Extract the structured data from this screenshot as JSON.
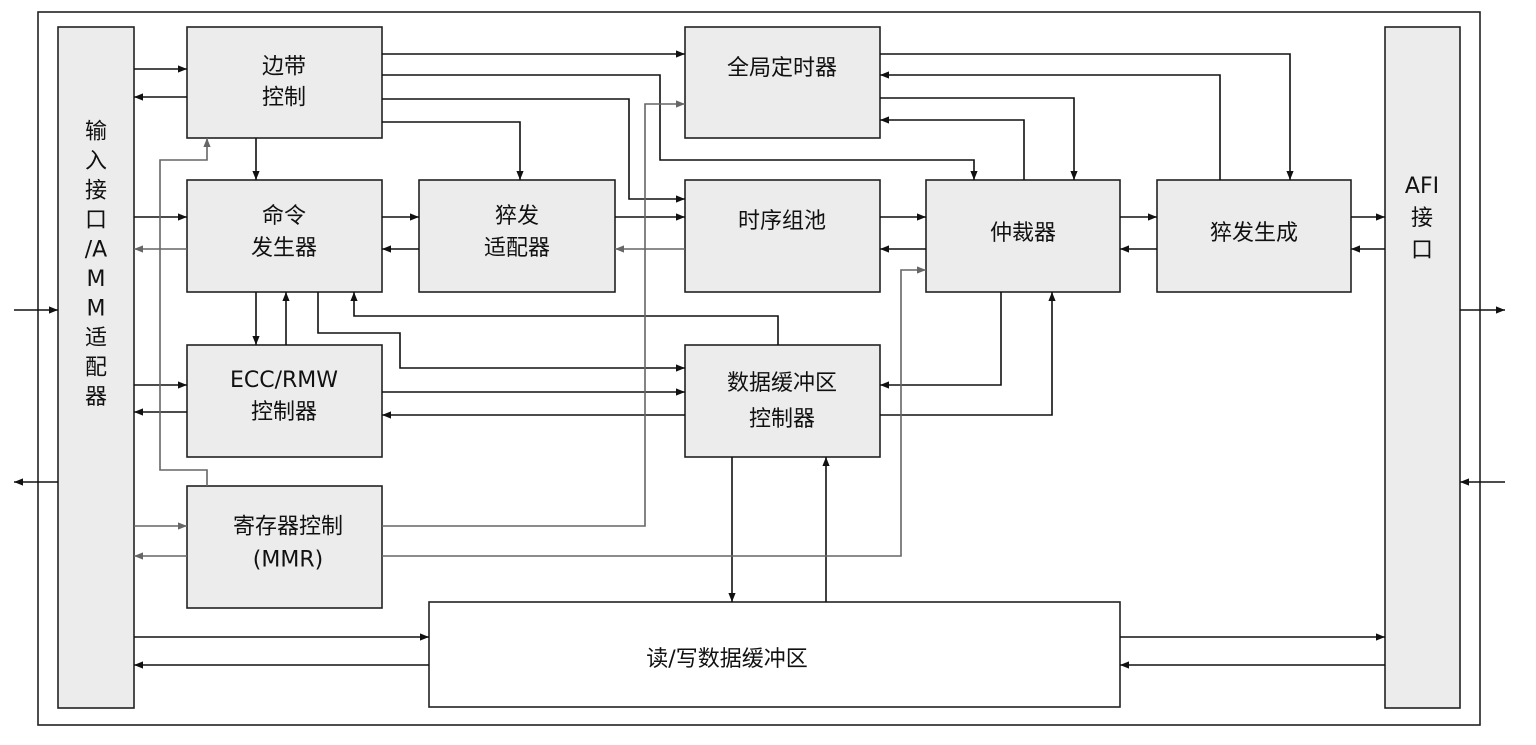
{
  "blocks": {
    "input_interface": [
      "输",
      "入",
      "接",
      "口",
      "/A",
      "M",
      "M",
      "适",
      "配",
      "器"
    ],
    "afi_interface": [
      "AFI",
      "接",
      "口"
    ],
    "sideband_control": [
      "边带",
      "控制"
    ],
    "global_timer": [
      "全局定时器"
    ],
    "command_generator": [
      "命令",
      "发生器"
    ],
    "burst_adapter": [
      "猝发",
      "适配器"
    ],
    "timing_bank_pool": [
      "时序组池"
    ],
    "arbiter": [
      "仲裁器"
    ],
    "burst_generator": [
      "猝发生成"
    ],
    "ecc_rmw_controller": [
      "ECC/RMW",
      "控制器"
    ],
    "data_buffer_controller": [
      "数据缓冲区",
      "控制器"
    ],
    "register_control": [
      "寄存器控制",
      "(MMR)"
    ],
    "rw_data_buffer": [
      "读/写数据缓冲区"
    ]
  },
  "colors": {
    "block_fill": "#ececec",
    "line": "#111111",
    "gray_line": "#666666"
  }
}
